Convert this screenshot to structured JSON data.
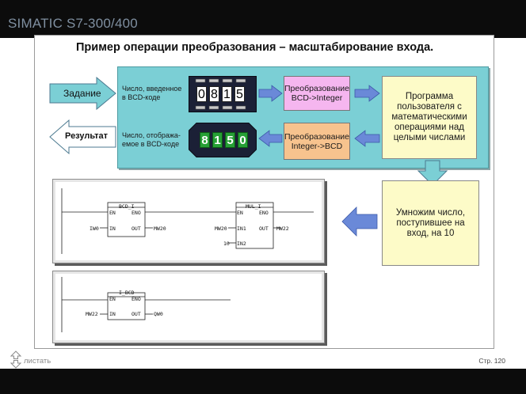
{
  "header": {
    "brand": "SIMATIC S7-300/400"
  },
  "slide": {
    "title": "Пример операции преобразования – масштабирование входа."
  },
  "inputs": {
    "setpoint_label": "Задание",
    "result_label": "Результат",
    "input_desc": [
      "Число, введенное",
      "в BCD-коде"
    ],
    "output_desc": [
      "Число, отобража-",
      "емое в BCD-коде"
    ],
    "input_digits": [
      "0",
      "8",
      "1",
      "5"
    ],
    "output_digits": [
      "8",
      "1",
      "5",
      "0"
    ]
  },
  "conversions": {
    "bcd_to_int": [
      "Преобразование",
      "BCD->Integer"
    ],
    "int_to_bcd": [
      "Преобразование",
      "Integer->BCD"
    ]
  },
  "program_box": {
    "text": "Программа пользователя с математическими операциями над целыми числами"
  },
  "multiply_box": {
    "text": "Умножим число, поступившее на вход, на 10"
  },
  "ladder1": {
    "block1": {
      "name": "BCD_I",
      "en": "EN",
      "eno": "ENO",
      "in": "IN",
      "out": "OUT",
      "in_val": "IW0",
      "out_val": "MW20"
    },
    "block2": {
      "name": "MUL_I",
      "en": "EN",
      "eno": "ENO",
      "in1": "IN1",
      "in2": "IN2",
      "out": "OUT",
      "in1_val": "MW20",
      "in2_val": "10",
      "out_val": "MW22"
    }
  },
  "ladder2": {
    "block1": {
      "name": "I_BCD",
      "en": "EN",
      "eno": "ENO",
      "in": "IN",
      "out": "OUT",
      "in_val": "MW22",
      "out_val": "QW0"
    }
  },
  "footer": {
    "scroll_label": "листать",
    "page": "Стр. 120"
  },
  "colors": {
    "panel": "#7bcfd5",
    "conv_in": "#f5b6ef",
    "conv_out": "#f7c38e",
    "yellow_box": "#fdfbc8",
    "arrow_blue": "#6a89d8",
    "digit_green": "#26a035"
  }
}
